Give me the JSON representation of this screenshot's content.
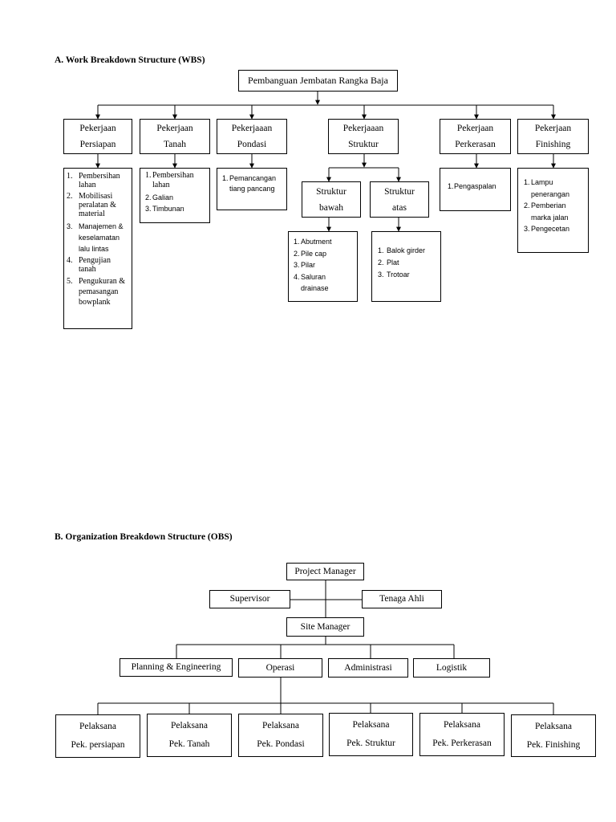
{
  "wbs": {
    "heading": "A.  Work Breakdown Structure (WBS)",
    "root": "Pembanguan Jembatan Rangka Baja",
    "nodes": {
      "persiapan": {
        "l1": "Pekerjaan",
        "l2": "Persiapan"
      },
      "tanah": {
        "l1": "Pekerjaan",
        "l2": "Tanah"
      },
      "pondasi": {
        "l1": "Pekerjaaan",
        "l2": "Pondasi"
      },
      "struktur": {
        "l1": "Pekerjaaan",
        "l2": "Struktur"
      },
      "perkerasan": {
        "l1": "Pekerjaan",
        "l2": "Perkerasan"
      },
      "finishing": {
        "l1": "Pekerjaan",
        "l2": "Finishing"
      },
      "struktur_bawah": {
        "l1": "Struktur",
        "l2": "bawah"
      },
      "struktur_atas": {
        "l1": "Struktur",
        "l2": "atas"
      }
    },
    "lists": {
      "persiapan": [
        {
          "n": "1.",
          "t": "Pembersihan lahan"
        },
        {
          "n": "2.",
          "t": "Mobilisasi peralatan & material"
        },
        {
          "n": "3.",
          "t": "Manajemen & keselamatan lalu lintas"
        },
        {
          "n": "4.",
          "t": "Pengujian tanah"
        },
        {
          "n": "5.",
          "t": "Pengukuran & pemasangan bowplank"
        }
      ],
      "tanah": [
        {
          "n": "1.",
          "t": "Pembersihan lahan"
        },
        {
          "n": "2.",
          "t": "Galian"
        },
        {
          "n": "3.",
          "t": "Timbunan"
        }
      ],
      "pondasi": [
        {
          "n": "1.",
          "t": "Pemancangan tiang pancang"
        }
      ],
      "struktur_bawah": [
        {
          "n": "1.",
          "t": "Abutment"
        },
        {
          "n": "2.",
          "t": "Pile cap"
        },
        {
          "n": "3.",
          "t": "Pilar"
        },
        {
          "n": "4.",
          "t": "Saluran drainase"
        }
      ],
      "struktur_atas": [
        {
          "n": "1.",
          "t": "Balok girder"
        },
        {
          "n": "2.",
          "t": "Plat"
        },
        {
          "n": "3.",
          "t": "Trotoar"
        }
      ],
      "perkerasan": [
        {
          "n": "1.",
          "t": "Pengaspalan"
        }
      ],
      "finishing": [
        {
          "n": "1.",
          "t": "Lampu penerangan"
        },
        {
          "n": "2.",
          "t": "Pemberian marka jalan"
        },
        {
          "n": "3.",
          "t": "Pengecetan"
        }
      ]
    }
  },
  "obs": {
    "heading": "B.  Organization Breakdown Structure (OBS)",
    "project_manager": "Project Manager",
    "supervisor": "Supervisor",
    "tenaga_ahli": "Tenaga Ahli",
    "site_manager": "Site Manager",
    "planning": "Planning & Engineering",
    "operasi": "Operasi",
    "administrasi": "Administrasi",
    "logistik": "Logistik",
    "pelaksana": [
      {
        "l1": "Pelaksana",
        "l2": "Pek. persiapan"
      },
      {
        "l1": "Pelaksana",
        "l2": "Pek. Tanah"
      },
      {
        "l1": "Pelaksana",
        "l2": "Pek. Pondasi"
      },
      {
        "l1": "Pelaksana",
        "l2": "Pek. Struktur"
      },
      {
        "l1": "Pelaksana",
        "l2": "Pek. Perkerasan"
      },
      {
        "l1": "Pelaksana",
        "l2": "Pek. Finishing"
      }
    ]
  }
}
